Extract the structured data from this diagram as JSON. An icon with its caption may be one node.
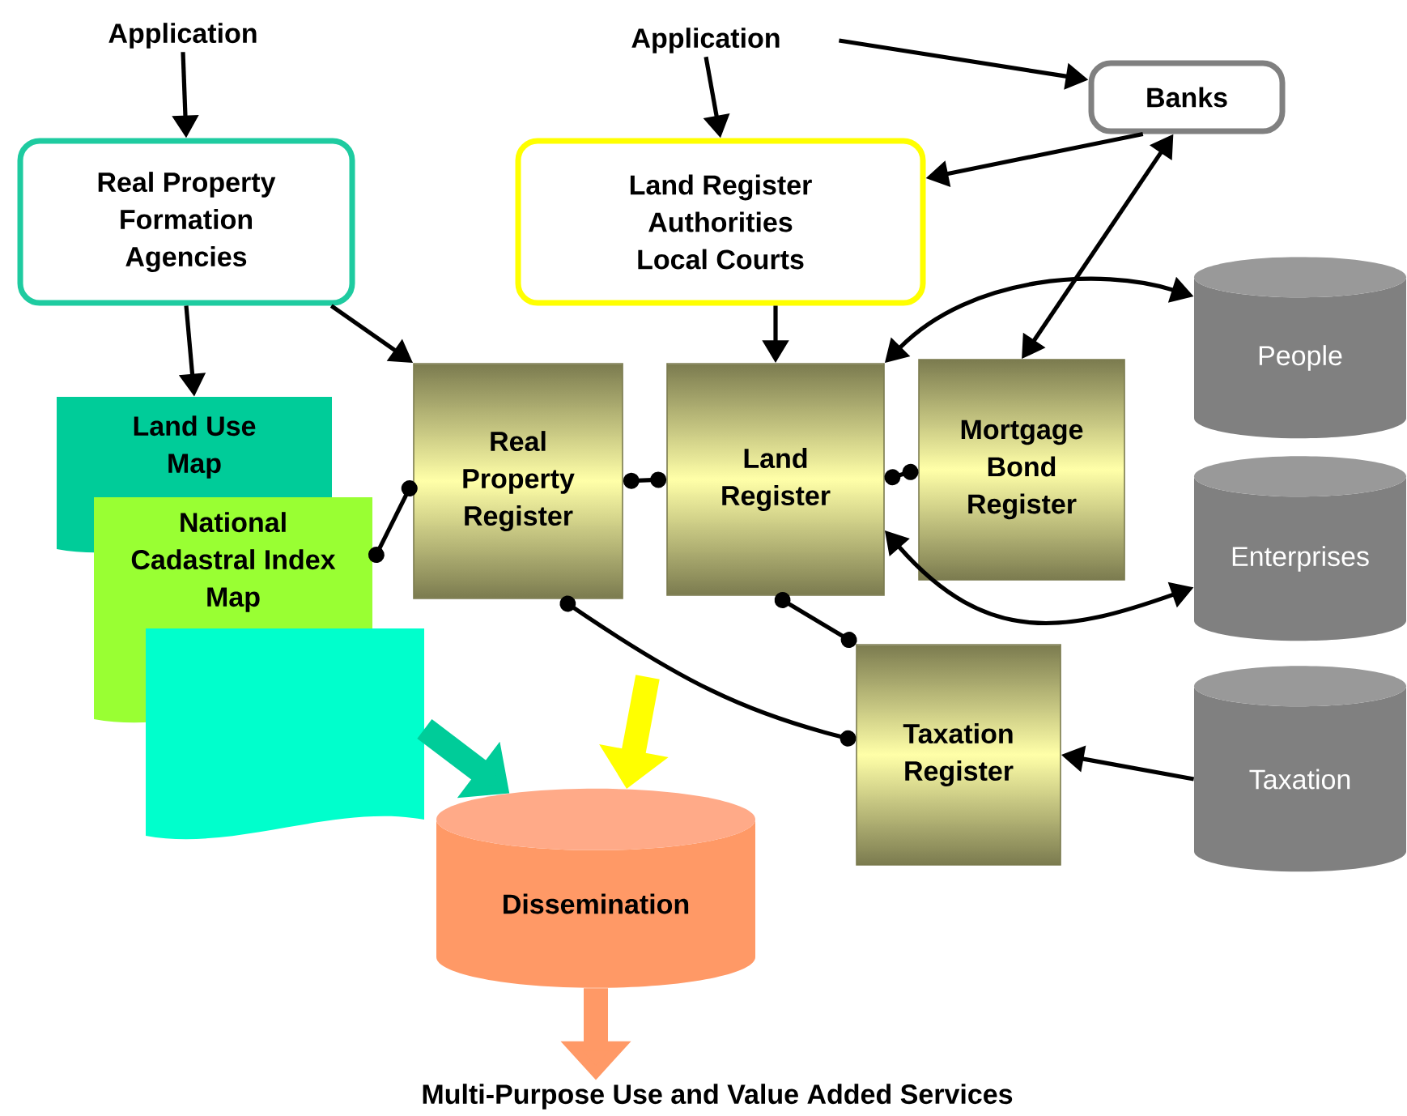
{
  "diagram": {
    "nodes": [
      {
        "text": [
          "Application"
        ]
      },
      {
        "text": [
          "Application"
        ]
      },
      {
        "text": [
          "Banks"
        ]
      },
      {
        "text": [
          "Real Property Formation Agencies"
        ]
      },
      {
        "text": [
          "Land Register Authorities Local Courts"
        ]
      },
      {
        "text": [
          "Land Use Map"
        ]
      },
      {
        "text": [
          "National Cadastral Index Map"
        ]
      },
      {
        "text": [],
        "shape": "document"
      },
      {
        "text": [
          "Real Property Register"
        ]
      },
      {
        "text": [
          "Land Register"
        ]
      },
      {
        "text": [
          "Mortgage Bond Register"
        ]
      },
      {
        "text": [
          "Taxation Register"
        ]
      },
      {
        "text": [
          "People"
        ]
      },
      {
        "text": [
          "Enterprises"
        ]
      },
      {
        "text": [
          "Taxation"
        ]
      },
      {
        "text": [
          "Dissemination"
        ]
      },
      {
        "text": [
          "Multi-Purpose Use and Value Added Services"
        ]
      }
    ],
    "edges": [
      {
        "from": 0,
        "to": 3,
        "arrow": "to"
      },
      {
        "from": 1,
        "to": 4,
        "arrow": "to"
      },
      {
        "from": 1,
        "to": 2,
        "arrow": "to"
      },
      {
        "from": 2,
        "to": 4,
        "arrow": "to"
      },
      {
        "from": 3,
        "to": 5,
        "arrow": "to"
      },
      {
        "from": 3,
        "to": 8,
        "arrow": "to"
      },
      {
        "from": 4,
        "to": 9,
        "arrow": "to"
      },
      {
        "from": 9,
        "to": 12,
        "arrow": "both"
      },
      {
        "from": 2,
        "to": 10,
        "arrow": "both"
      },
      {
        "from": 9,
        "to": 13,
        "arrow": "both"
      },
      {
        "from": 14,
        "to": 11,
        "arrow": "to"
      },
      {
        "from": 6,
        "to": 8,
        "arrow": "other"
      },
      {
        "from": 8,
        "to": 9,
        "arrow": "other"
      },
      {
        "from": 9,
        "to": 10,
        "arrow": "other"
      },
      {
        "from": 8,
        "to": 11,
        "arrow": "other"
      },
      {
        "from": 9,
        "to": 11,
        "arrow": "other"
      },
      {
        "from": 7,
        "to": 15,
        "arrow": "to",
        "style": "thick",
        "color": "#00cc99"
      },
      {
        "from": null,
        "to": 15,
        "arrow": "to",
        "style": "thick",
        "color": "#ffff00"
      },
      {
        "from": 15,
        "to": 16,
        "arrow": "to",
        "style": "thick",
        "color": "#ff9966"
      }
    ]
  }
}
